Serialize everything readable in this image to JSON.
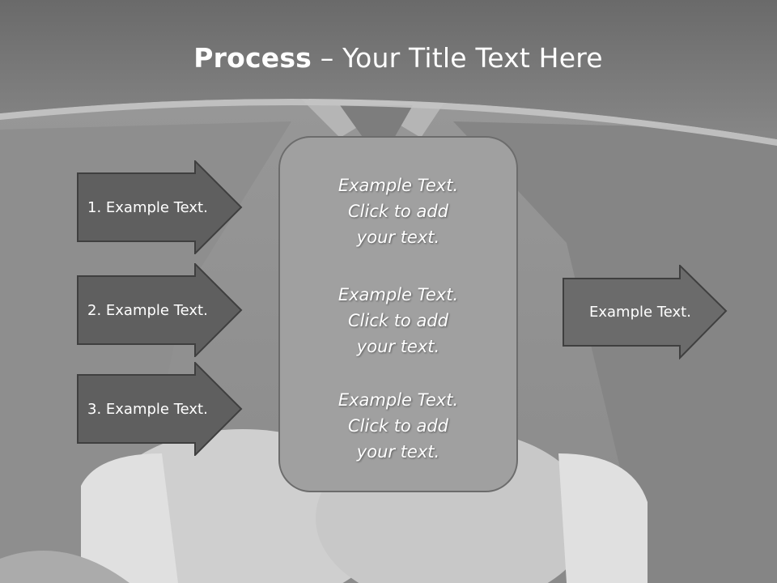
{
  "slide": {
    "title_bold": "Process",
    "title_rest": " – Your Title Text Here"
  },
  "left_arrows": [
    {
      "label": "1. Example Text."
    },
    {
      "label": "2. Example Text."
    },
    {
      "label": "3. Example Text."
    }
  ],
  "center_box": {
    "blocks": [
      {
        "line1": "Example Text.",
        "line2": "Click  to add",
        "line3": "your text."
      },
      {
        "line1": "Example Text.",
        "line2": "Click  to add",
        "line3": "your text."
      },
      {
        "line1": "Example Text.",
        "line2": "Click  to add",
        "line3": "your text."
      }
    ]
  },
  "right_arrow": {
    "label": "Example Text."
  },
  "colors": {
    "arrow_dark": "#5f5f5f",
    "arrow_right": "#6b6b6b",
    "box_fill": "#a0a0a0",
    "header_band": "#6e6e6e"
  }
}
